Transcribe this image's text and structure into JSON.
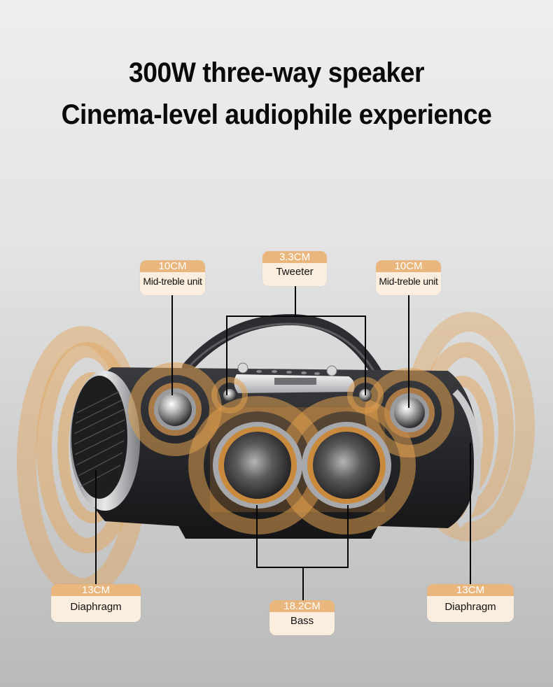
{
  "headline": {
    "line1": "300W three-way speaker",
    "line2": "Cinema-level audiophile experience"
  },
  "callouts": [
    {
      "id": "mid-treble-left",
      "size": "10CM",
      "name": "Mid-treble unit"
    },
    {
      "id": "tweeter",
      "size": "3.3CM",
      "name": "Tweeter"
    },
    {
      "id": "mid-treble-right",
      "size": "10CM",
      "name": "Mid-treble unit"
    },
    {
      "id": "diaphragm-left",
      "size": "13CM",
      "name": "Diaphragm"
    },
    {
      "id": "bass",
      "size": "18.2CM",
      "name": "Bass"
    },
    {
      "id": "diaphragm-right",
      "size": "13CM",
      "name": "Diaphragm"
    }
  ],
  "colors": {
    "label_header": "#e9b77d",
    "label_body": "#fbeede",
    "sound_wave": "#e0a050",
    "speaker_body": "#2a2b2e",
    "background_top": "#eeeeee",
    "background_bottom": "#b9b9b9"
  },
  "image": {
    "subject": "boombox-speaker-exploded-view"
  }
}
